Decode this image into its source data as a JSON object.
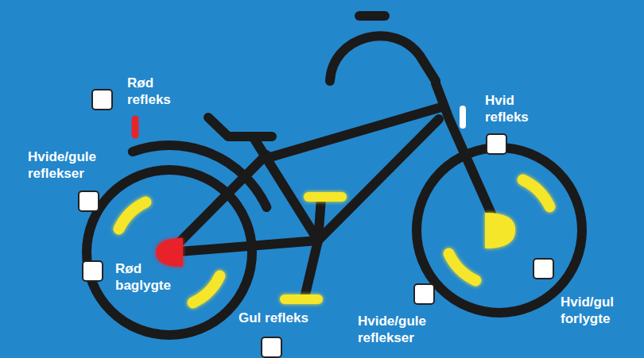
{
  "diagram": {
    "labels": [
      "Rød refleks",
      "Hvid refleks",
      "Hvide/gule reflekser",
      "Rød baglygte",
      "Gul refleks",
      "Hvide/gule reflekser",
      "Hvid/gul forlygte"
    ]
  }
}
